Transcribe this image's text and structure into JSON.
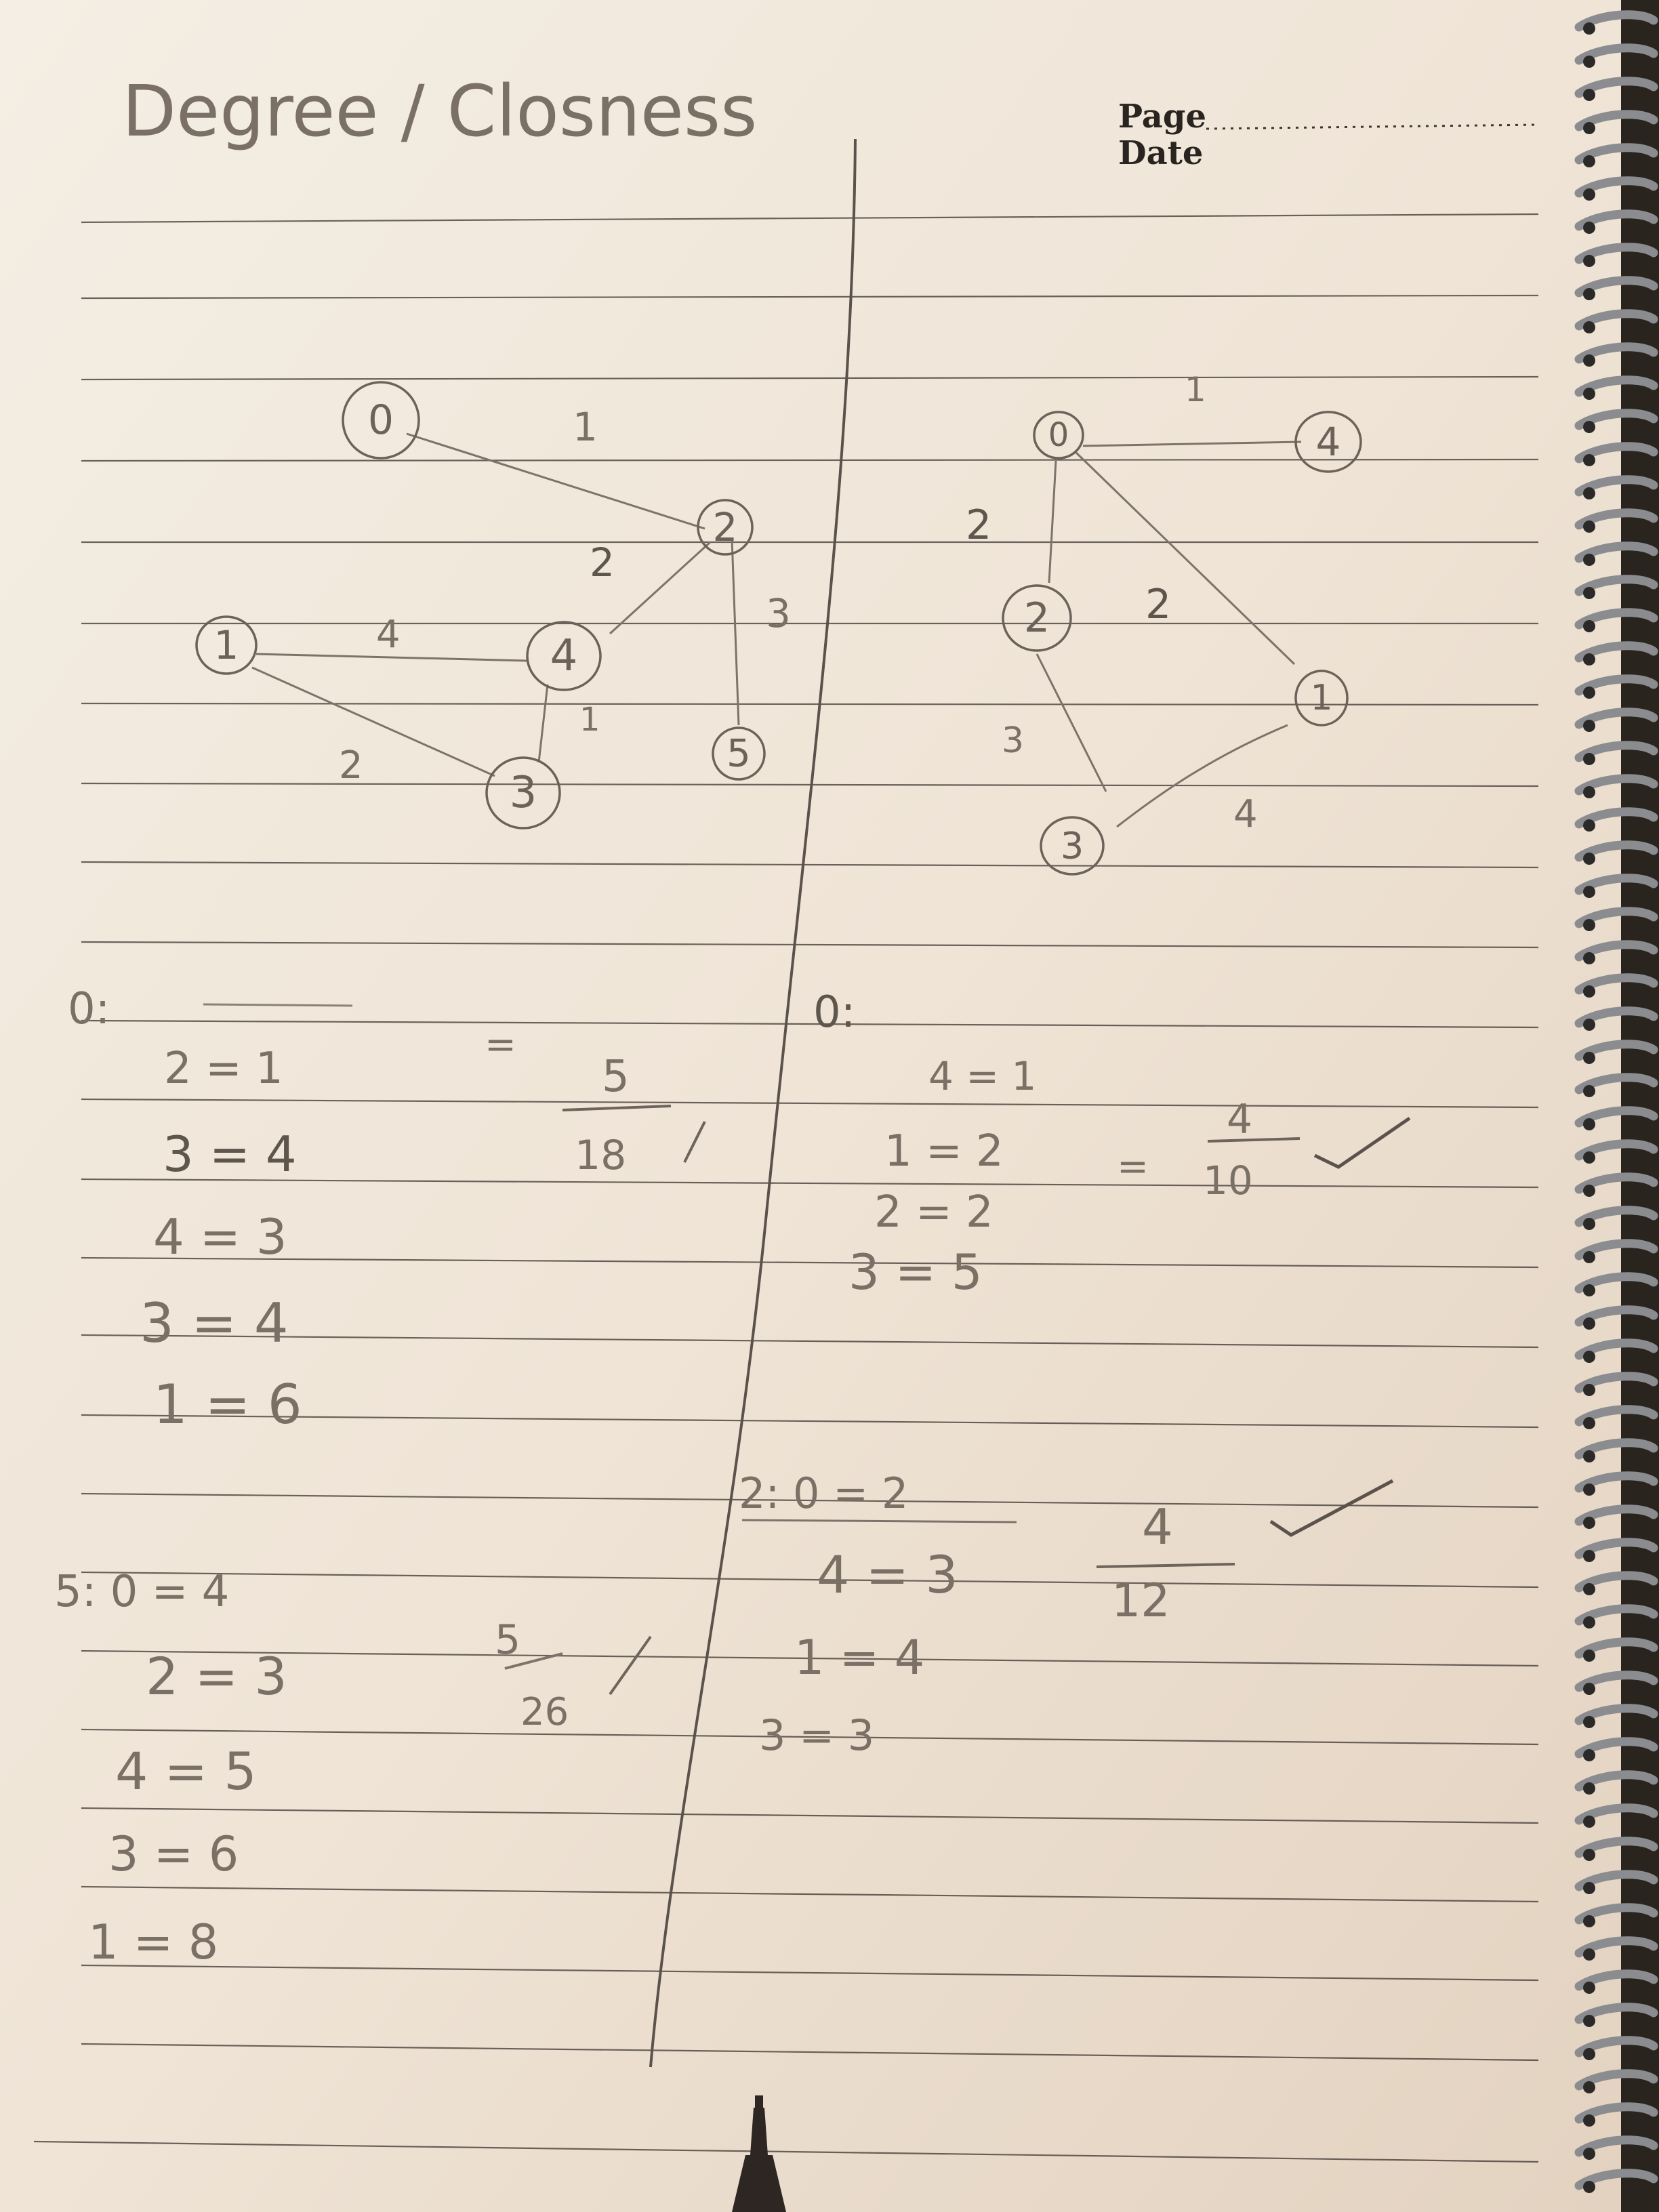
{
  "header": {
    "title": "Degree / Closness",
    "page_label": "Page",
    "date_label": "Date"
  },
  "graph_left": {
    "nodes": [
      "0",
      "2",
      "4",
      "1",
      "3",
      "5"
    ],
    "edge_weights": [
      "1",
      "2",
      "3",
      "4",
      "1",
      "2"
    ]
  },
  "graph_right": {
    "nodes": [
      "0",
      "4",
      "2",
      "1",
      "3"
    ],
    "edge_weights": [
      "1",
      "2",
      "2",
      "3",
      "4"
    ]
  },
  "calc_left_0": {
    "head": "0:",
    "rows": [
      "2 = 1",
      "3 = 4",
      "4 = 3",
      "3 = 4",
      "1 = 6"
    ],
    "result_prefix": "=",
    "numerator": "5",
    "denominator": "18"
  },
  "calc_left_5": {
    "head": "5: 0 = 4",
    "rows": [
      "2 = 3",
      "4 = 5",
      "3 = 6",
      "1 = 8"
    ],
    "numerator": "5",
    "denominator": "26"
  },
  "calc_right_0": {
    "head": "0:",
    "rows": [
      "4 = 1",
      "1 = 2",
      "2 = 2",
      "3 = 5"
    ],
    "result_prefix": "=",
    "numerator": "4",
    "denominator": "10"
  },
  "calc_right_2": {
    "head": "2: 0 = 2",
    "rows": [
      "4 = 3",
      "1 = 4",
      "3 = 3"
    ],
    "numerator": "4",
    "denominator": "12"
  }
}
